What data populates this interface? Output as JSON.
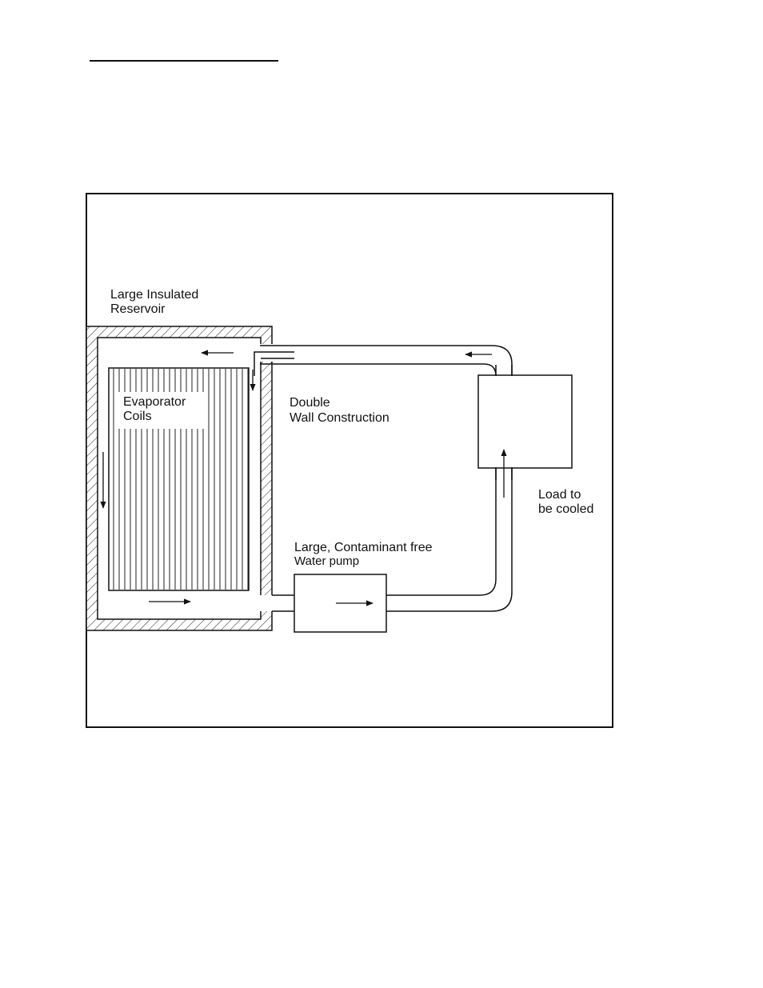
{
  "diagram": {
    "labels": {
      "reservoir_line1": "Large Insulated",
      "reservoir_line2": "Reservoir",
      "coils_line1": "Evaporator",
      "coils_line2": "Coils",
      "wall_line1": "Double",
      "wall_line2": "Wall Construction",
      "load_line1": "Load to",
      "load_line2": "be cooled",
      "pump_line1": "Large, Contaminant free",
      "pump_line2": "Water pump"
    },
    "colors": {
      "ink": "#111111",
      "paper": "#ffffff"
    }
  }
}
